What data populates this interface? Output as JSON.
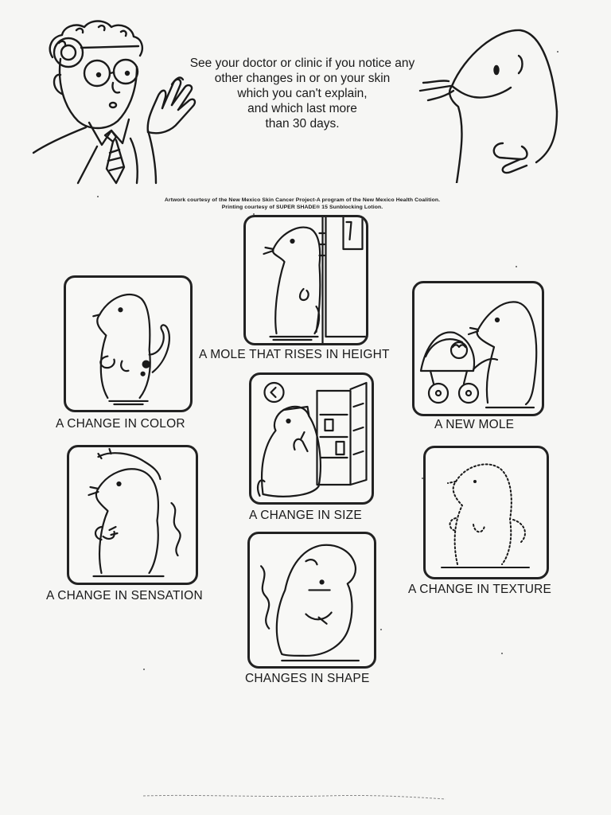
{
  "headline": {
    "line1": "See your doctor or clinic if you notice any",
    "line2": "other changes in or on your skin",
    "line3": "which you can't explain,",
    "line4": "and which last more",
    "line5": "than 30 days."
  },
  "credits": {
    "line1": "Artwork courtesy of the New Mexico Skin Cancer Project-A program of the New Mexico Health Coalition.",
    "line2": "Printing courtesy of SUPER SHADE® 15 Sunblocking Lotion."
  },
  "panels": {
    "height": "A MOLE THAT RISES IN HEIGHT",
    "color": "A CHANGE IN COLOR",
    "new_mole": "A NEW MOLE",
    "size": "A CHANGE IN SIZE",
    "sensation": "A CHANGE IN SENSATION",
    "texture": "A CHANGE IN TEXTURE",
    "shape": "CHANGES IN SHAPE"
  }
}
